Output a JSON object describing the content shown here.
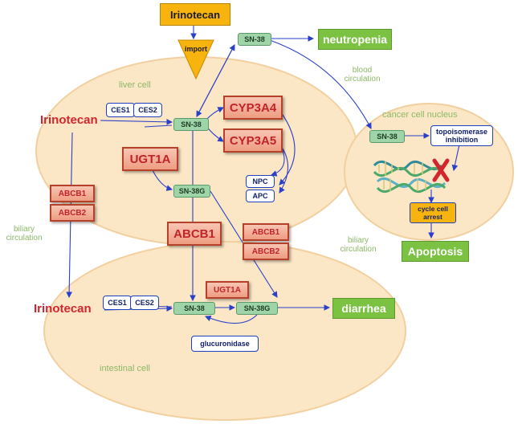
{
  "drug": {
    "top_label": "Irinotecan",
    "import_label": "import"
  },
  "cells": {
    "liver": "liver cell",
    "intestinal": "intestinal cell",
    "cancer": "cancer cell nucleus"
  },
  "labels": {
    "irinotecan_liver": "Irinotecan",
    "irinotecan_intestine": "Irinotecan",
    "blood_circulation": "blood\ncirculation",
    "biliary_left": "biliary\ncirculation",
    "biliary_right": "biliary\ncirculation"
  },
  "metabolites": {
    "sn38_top": "SN-38",
    "sn38_liver": "SN-38",
    "sn38g_liver": "SN-38G",
    "npc": "NPC",
    "apc": "APC",
    "sn38_cancer": "SN-38",
    "sn38_int": "SN-38",
    "sn38g_int": "SN-38G"
  },
  "enzymes": {
    "ces1_liver": "CES1",
    "ces2_liver": "CES2",
    "ces1_int": "CES1",
    "ces2_int": "CES2",
    "cyp3a4": "CYP3A4",
    "cyp3a5": "CYP3A5",
    "ugt1a_liver": "UGT1A",
    "ugt1a_int": "UGT1A",
    "glucuronidase": "glucuronidase",
    "topo": "topoisomerase inhibition",
    "cycle": "cycle cell arrest"
  },
  "transporters": {
    "abcb1_left": "ABCB1",
    "abcb2_left": "ABCB2",
    "abcb1_center": "ABCB1",
    "abcb1_right": "ABCB1",
    "abcb2_right": "ABCB2"
  },
  "outcomes": {
    "neutropenia": "neutropenia",
    "diarrhea": "diarrhea",
    "apoptosis": "Apoptosis"
  },
  "colors": {
    "arrow": "#2a40c8",
    "cell_fill": "#fbe7c6",
    "outcome_green": "#7bc142",
    "enzyme_red": "#d2252d"
  }
}
